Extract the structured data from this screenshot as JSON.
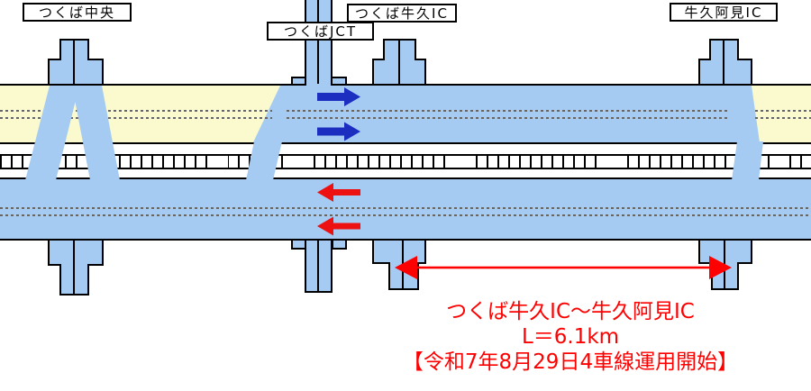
{
  "labels": {
    "tsukuba_chuo": "つくば中央",
    "tsukuba_jct": "つくばJCT",
    "tsukuba_ushiku_ic": "つくば牛久IC",
    "ushiku_ami_ic": "牛久阿見IC"
  },
  "annotation": {
    "section": "つくば牛久IC～牛久阿見IC",
    "length": "L＝6.1km",
    "notice": "【令和7年8月29日4車線運用開始】"
  },
  "flow": {
    "upper_band_direction": "right",
    "lower_band_direction": "left"
  },
  "colors": {
    "four_lane_road": "#A5CBF2",
    "two_lane_road": "#FBFACF",
    "upper_flow_arrow": "#1B2EC0",
    "lower_flow_arrow": "#EE1111",
    "annotation_red": "#FF0000",
    "outline": "#000000"
  }
}
